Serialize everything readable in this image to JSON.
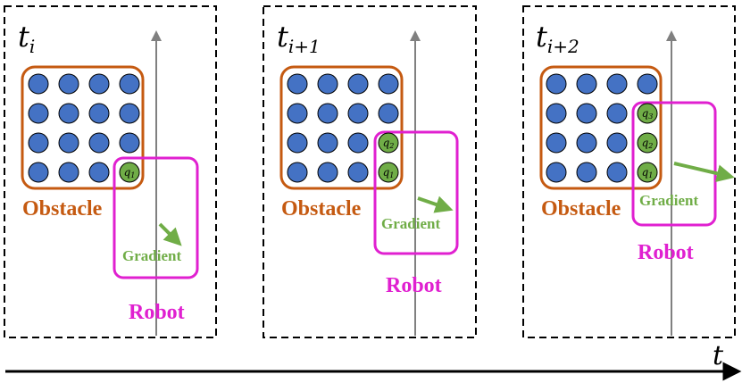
{
  "colors": {
    "obstacle_border": "#c55a11",
    "obstacle_label": "#c55a11",
    "robot": "#e020d0",
    "blue_dot": "#4472c4",
    "green_dot": "#70ad47",
    "gradient": "#70ad47",
    "axis": "#808080",
    "frame": "#000000"
  },
  "panels": [
    {
      "time_base": "t",
      "time_sub": "i",
      "obstacle_label": "Obstacle",
      "robot_label": "Robot",
      "gradient_label": "Gradient",
      "contact_points": [
        {
          "base": "q",
          "sub": "1"
        }
      ]
    },
    {
      "time_base": "t",
      "time_sub": "i+1",
      "obstacle_label": "Obstacle",
      "robot_label": "Robot",
      "gradient_label": "Gradient",
      "contact_points": [
        {
          "base": "q",
          "sub": "2"
        },
        {
          "base": "q",
          "sub": "1"
        }
      ]
    },
    {
      "time_base": "t",
      "time_sub": "i+2",
      "obstacle_label": "Obstacle",
      "robot_label": "Robot",
      "gradient_label": "Gradient",
      "contact_points": [
        {
          "base": "q",
          "sub": "3"
        },
        {
          "base": "q",
          "sub": "2"
        },
        {
          "base": "q",
          "sub": "1"
        }
      ]
    }
  ],
  "time_axis_label": "t"
}
